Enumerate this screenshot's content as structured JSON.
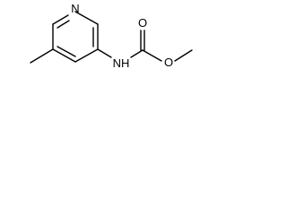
{
  "molecule": {
    "atom_labels": {
      "ring_nitrogen": "N",
      "carbonyl_oxygen": "O",
      "ester_oxygen": "O",
      "amine": "NH"
    }
  },
  "colors": {
    "bond": "#000000",
    "label": "#000000"
  }
}
